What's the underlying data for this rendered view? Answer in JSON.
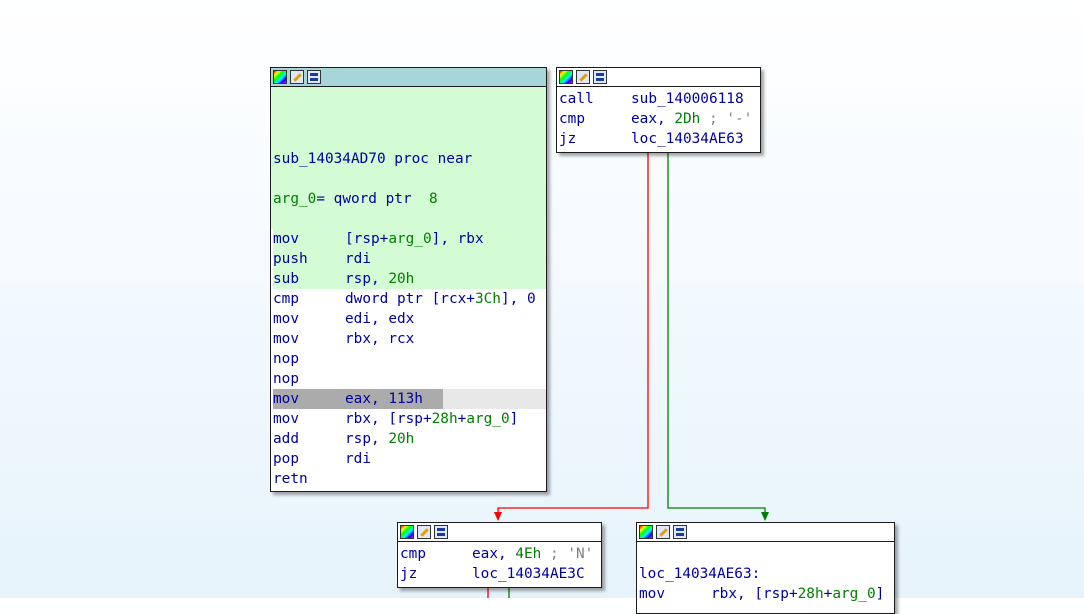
{
  "colors": {
    "false_edge": "#ff0000",
    "true_edge": "#008000",
    "block_highlight": "#d4fcd4",
    "title_active": "#a8d6d8",
    "selected_line": "#ababab"
  },
  "icons": [
    "color-palette-icon",
    "edit-pencil-icon",
    "graph-view-icon"
  ],
  "nodes": {
    "main": {
      "proc_line": "sub_14034AD70 proc near",
      "arg_name": "arg_0",
      "arg_rest": "= qword ptr  ",
      "arg_val": "8",
      "lines": [
        {
          "m": "mov",
          "a": "[rsp+",
          "b": "arg_0",
          "c": "], rbx"
        },
        {
          "m": "push",
          "a": "rdi"
        },
        {
          "m": "sub",
          "a": "rsp, ",
          "n": "20h"
        },
        {
          "m": "cmp",
          "a": "dword ptr [rcx+",
          "n": "3Ch",
          "c": "], 0"
        },
        {
          "m": "mov",
          "a": "edi, edx"
        },
        {
          "m": "mov",
          "a": "rbx, rcx"
        },
        {
          "m": "nop"
        },
        {
          "m": "nop"
        },
        {
          "m": "mov",
          "a": "eax, 113h"
        },
        {
          "m": "mov",
          "a": "rbx, [rsp+",
          "n": "28h",
          "a2": "+",
          "b": "arg_0",
          "c": "]"
        },
        {
          "m": "add",
          "a": "rsp, ",
          "n": "20h"
        },
        {
          "m": "pop",
          "a": "rdi"
        },
        {
          "m": "retn"
        }
      ]
    },
    "top_right": {
      "lines": [
        {
          "m": "call",
          "a": "sub_140006118"
        },
        {
          "m": "cmp",
          "a": "eax, ",
          "n": "2Dh",
          "cm": " ; '-'"
        },
        {
          "m": "jz",
          "a": "loc_14034AE63"
        }
      ]
    },
    "bottom_left": {
      "lines": [
        {
          "m": "cmp",
          "a": "eax, ",
          "n": "4Eh",
          "cm": " ; 'N'"
        },
        {
          "m": "jz",
          "a": "loc_14034AE3C"
        }
      ]
    },
    "bottom_right": {
      "label": "loc_14034AE63:",
      "lines": [
        {
          "m": "mov",
          "a": "rbx, [rsp+",
          "n": "28h",
          "a2": "+",
          "b": "arg_0",
          "c": "]"
        }
      ]
    }
  }
}
